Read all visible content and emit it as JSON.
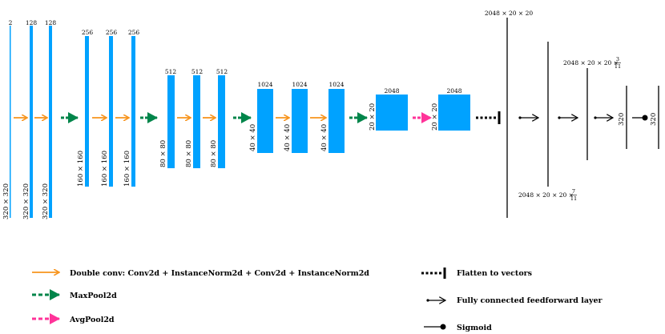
{
  "colors": {
    "block": "#00a2ff",
    "double_conv_arrow": "#f7941d",
    "maxpool_arrow": "#00854a",
    "avgpool_arrow": "#ff3399",
    "line": "#000000"
  },
  "encoder": {
    "stage1": {
      "channels": [
        "2",
        "128",
        "128"
      ],
      "size": "320 × 320"
    },
    "stage2": {
      "channels": [
        "256",
        "256",
        "256"
      ],
      "size": "160 × 160"
    },
    "stage3": {
      "channels": [
        "512",
        "512",
        "512"
      ],
      "size": "80 × 80"
    },
    "stage4": {
      "channels": [
        "1024",
        "1024",
        "1024"
      ],
      "size": "40 × 40"
    },
    "stage5": {
      "channels": [
        "2048",
        "2048"
      ],
      "size": "20 × 20"
    }
  },
  "head": {
    "flat_label": "2048 × 20 × 20",
    "fc1_label": "2048 × 20 × 20 ×",
    "fc1_frac_num": "7",
    "fc1_frac_den": "11",
    "fc2_label": "2048 × 20 × 20 ×",
    "fc2_frac_num": "3",
    "fc2_frac_den": "11",
    "fc3_label": "320",
    "out_label": "320"
  },
  "legend": {
    "double_conv": "Double conv: Conv2d + InstanceNorm2d + Conv2d + InstanceNorm2d",
    "maxpool": "MaxPool2d",
    "avgpool": "AvgPool2d",
    "flatten": "Flatten to vectors",
    "fc": "Fully connected feedforward layer",
    "sigmoid": "Sigmoid"
  }
}
